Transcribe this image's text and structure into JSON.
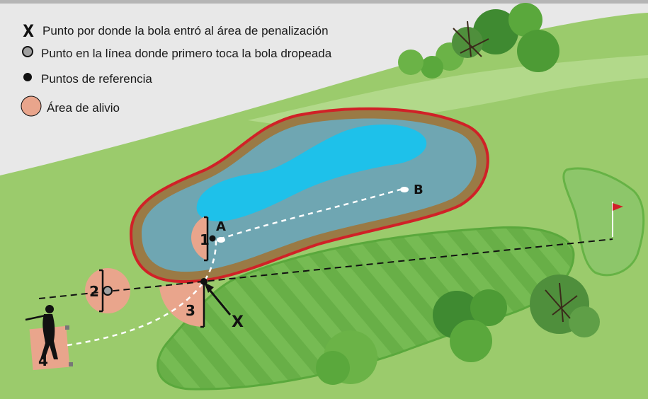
{
  "legend": {
    "x_symbol": "X",
    "x_text": "Punto por donde la bola entró al área de penalización",
    "grey_text": "Punto en la línea donde primero toca la bola dropeada",
    "black_text": "Puntos de referencia",
    "area_text": "Área de alivio"
  },
  "labels": {
    "one": "1",
    "two": "2",
    "three": "3",
    "four": "4",
    "a": "A",
    "b": "B",
    "x": "X"
  },
  "colors": {
    "rough": "#9bcb6c",
    "fairway": "#6fb64c",
    "water": "#1ec1ea",
    "margin_water": "#6fa6b2",
    "penalty_line": "#d02127",
    "relief": "#e9a58c",
    "background": "#e8e8e8"
  }
}
